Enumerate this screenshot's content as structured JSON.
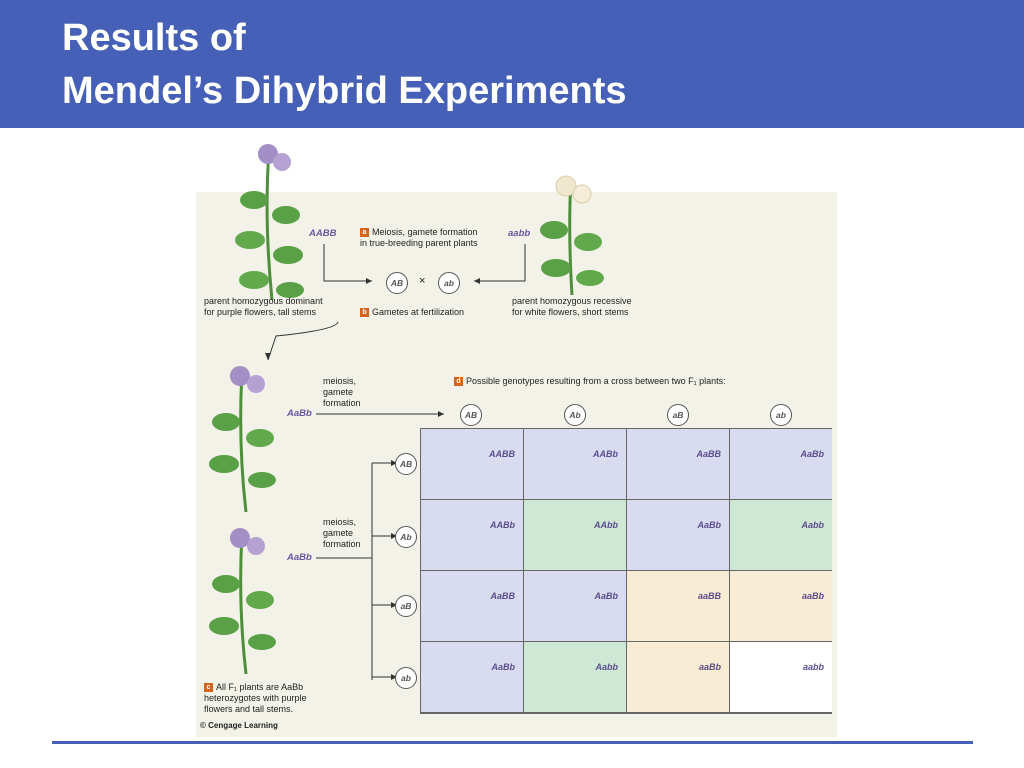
{
  "slide": {
    "title_line1": "Results of",
    "title_line2": "Mendel’s Dihybrid Experiments"
  },
  "figure": {
    "label_a": "a",
    "step_a": "Meiosis, gamete formation",
    "step_a2": "in true-breeding parent plants",
    "label_b": "b",
    "step_b": "Gametes at fertilization",
    "label_c": "c",
    "step_c1": "All F₁ plants are AaBb",
    "step_c2": "heterozygotes with purple",
    "step_c3": "flowers and tall stems.",
    "label_d": "d",
    "step_d": "Possible genotypes resulting from a cross between two F₁ plants:",
    "parent_dom_genotype": "AABB",
    "parent_rec_genotype": "aabb",
    "parent_dom_desc1": "parent homozygous dominant",
    "parent_dom_desc2": "for purple flowers, tall stems",
    "parent_rec_desc1": "parent homozygous recessive",
    "parent_rec_desc2": "for white flowers, short stems",
    "cross_symbol": "×",
    "parent_gamete_dom": "AB",
    "parent_gamete_rec": "ab",
    "f1_genotype": "AaBb",
    "meiosis_1": "meiosis,",
    "meiosis_2": "gamete",
    "meiosis_3": "formation",
    "top_gametes": [
      "AB",
      "Ab",
      "aB",
      "ab"
    ],
    "side_gametes": [
      "AB",
      "Ab",
      "aB",
      "ab"
    ],
    "punnett": [
      [
        "AABB",
        "AABb",
        "AaBB",
        "AaBb"
      ],
      [
        "AABb",
        "AAbb",
        "AaBb",
        "Aabb"
      ],
      [
        "AaBB",
        "AaBb",
        "aaBB",
        "aaBb"
      ],
      [
        "AaBb",
        "Aabb",
        "aaBb",
        "aabb"
      ]
    ],
    "credit": "© Cengage Learning"
  },
  "colors": {
    "banner": "#4560b6",
    "purple_tall": "#d9dcf0",
    "purple_short": "#cfe8d6",
    "white_tall": "#f8ecd4",
    "white_short": "#ffffff",
    "flower_purple": "#a48ec6",
    "flower_white": "#efe8cf",
    "leaf": "#5aa046"
  }
}
